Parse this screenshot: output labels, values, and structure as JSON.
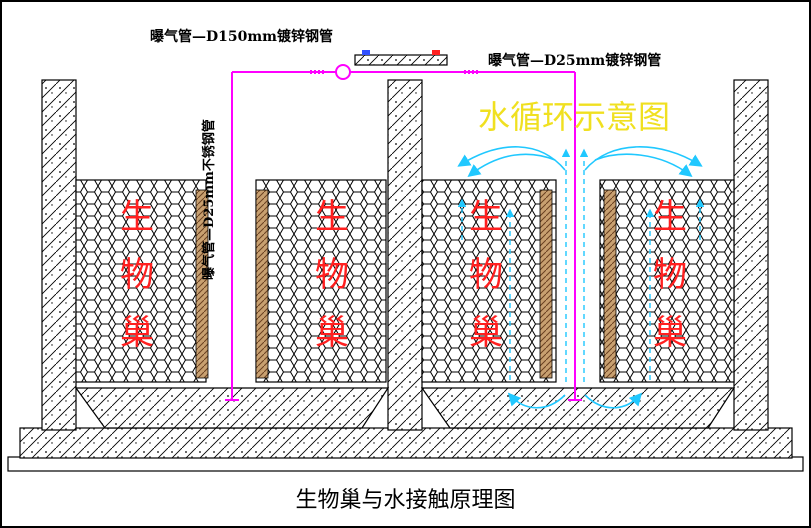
{
  "diagram": {
    "title": "生物巢与水接触原理图",
    "label_main_pipe": "曝气管—D150mm镀锌钢管",
    "label_branch_pipe": "曝气管—D25mm镀锌钢管",
    "label_vertical_pipe": "曝气管—D25mm不锈钢管",
    "water_circulation": "水循环示意图",
    "nest_text": [
      "生物巢",
      "生物巢",
      "生物巢",
      "生物巢"
    ],
    "colors": {
      "pipe": "#ff00ff",
      "water_arrow": "#20c8ff",
      "nest_text": "#ff2020",
      "circulation_text": "#f0e020",
      "border": "#000000"
    }
  }
}
